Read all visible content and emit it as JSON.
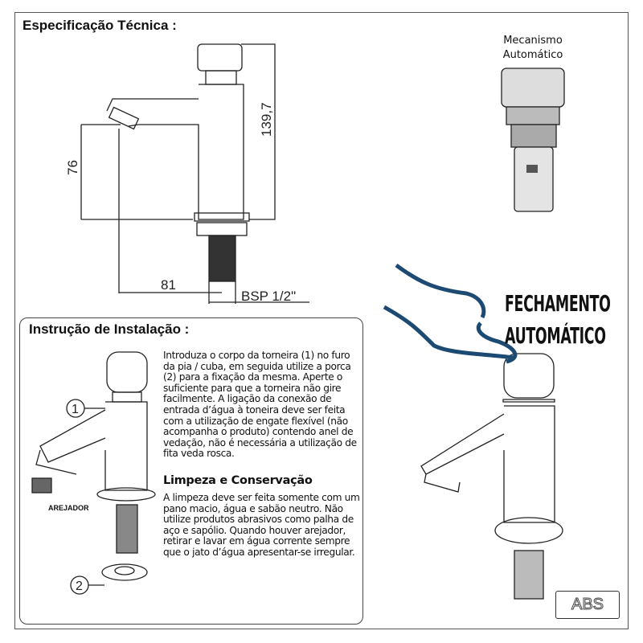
{
  "spec": {
    "title": "Especificação Técnica :",
    "dim_height": "139,7",
    "dim_spout_height": "76",
    "dim_reach": "81",
    "dim_thread": "BSP 1/2\""
  },
  "mechanism": {
    "line1": "Mecanismo",
    "line2": "Automático"
  },
  "install": {
    "title": "Instrução de Instalação :",
    "label_1": "1",
    "label_2": "2",
    "aerator_label": "AREJADOR",
    "text": "Introduza o corpo da torneira (1) no furo da pia / cuba, em seguida utilize a porca (2) para a fixação da mesma. Aperte o suficiente para que a torneira não gire facilmente. A ligação da conexão de entrada d’água à toneira deve ser feita com a utilização de engate flexível (não acompanha o produto) contendo anel de vedação, não é necessária a utilização de fita veda rosca."
  },
  "cleaning": {
    "title": "Limpeza e Conservação",
    "text": "A limpeza deve ser feita somente com um pano macio, água e sabão neutro. Não utilize produtos abrasivos como palha de aço e sapólio. Quando houver arejador, retirar e lavar em água corrente sempre que o jato d’água apresentar-se irregular."
  },
  "feature": {
    "line1": "FECHAMENTO",
    "line2": "AUTOMÁTICO"
  },
  "material": "ABS",
  "colors": {
    "hand": "#1d4a73",
    "line": "#222222"
  }
}
